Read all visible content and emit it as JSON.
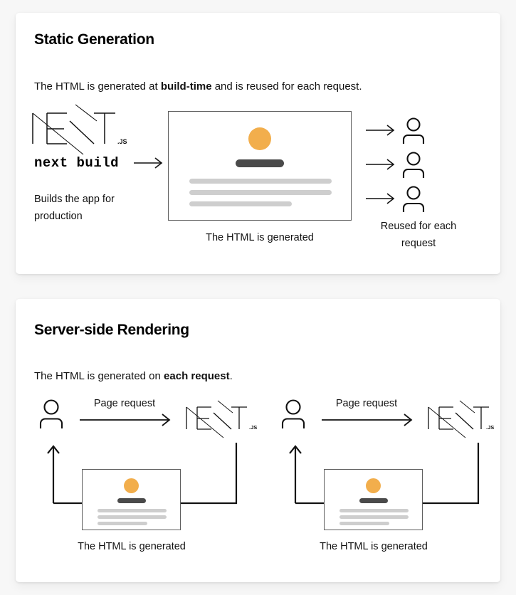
{
  "theme": {
    "page_background": "#f7f7f7",
    "card_background": "#ffffff",
    "accent_orange": "#f2ae4c",
    "dark_bar": "#4a4a4a",
    "gray_bar": "#cecece",
    "stroke": "#111111",
    "mock_border": "#5d5d5d"
  },
  "static_generation": {
    "title": "Static Generation",
    "description_before": "The HTML is generated at ",
    "description_bold": "build-time",
    "description_after": " and is reused for each request.",
    "logo": {
      "wordmark": "NEXT",
      "suffix": ".JS"
    },
    "command": "next build",
    "command_arrow": "arrow-right-icon",
    "command_note_line1": "Builds the app for",
    "command_note_line2": "production",
    "mock_caption": "The HTML is generated",
    "consumers_caption_line1": "Reused for each",
    "consumers_caption_line2": "request",
    "consumers": [
      {
        "arrow": "arrow-right-icon",
        "user": "user-icon"
      },
      {
        "arrow": "arrow-right-icon",
        "user": "user-icon"
      },
      {
        "arrow": "arrow-right-icon",
        "user": "user-icon"
      }
    ]
  },
  "server_side_rendering": {
    "title": "Server-side Rendering",
    "description_before": "The HTML is generated on ",
    "description_bold": "each request",
    "description_after": ".",
    "flows": [
      {
        "user": "user-icon",
        "request_label": "Page request",
        "request_arrow": "arrow-right-icon",
        "logo": {
          "wordmark": "NEXT",
          "suffix": ".JS"
        },
        "response_arrow": "arrow-return-up-icon",
        "mock_caption": "The HTML is generated"
      },
      {
        "user": "user-icon",
        "request_label": "Page request",
        "request_arrow": "arrow-right-icon",
        "logo": {
          "wordmark": "NEXT",
          "suffix": ".JS"
        },
        "response_arrow": "arrow-return-up-icon",
        "mock_caption": "The HTML is generated"
      }
    ]
  }
}
